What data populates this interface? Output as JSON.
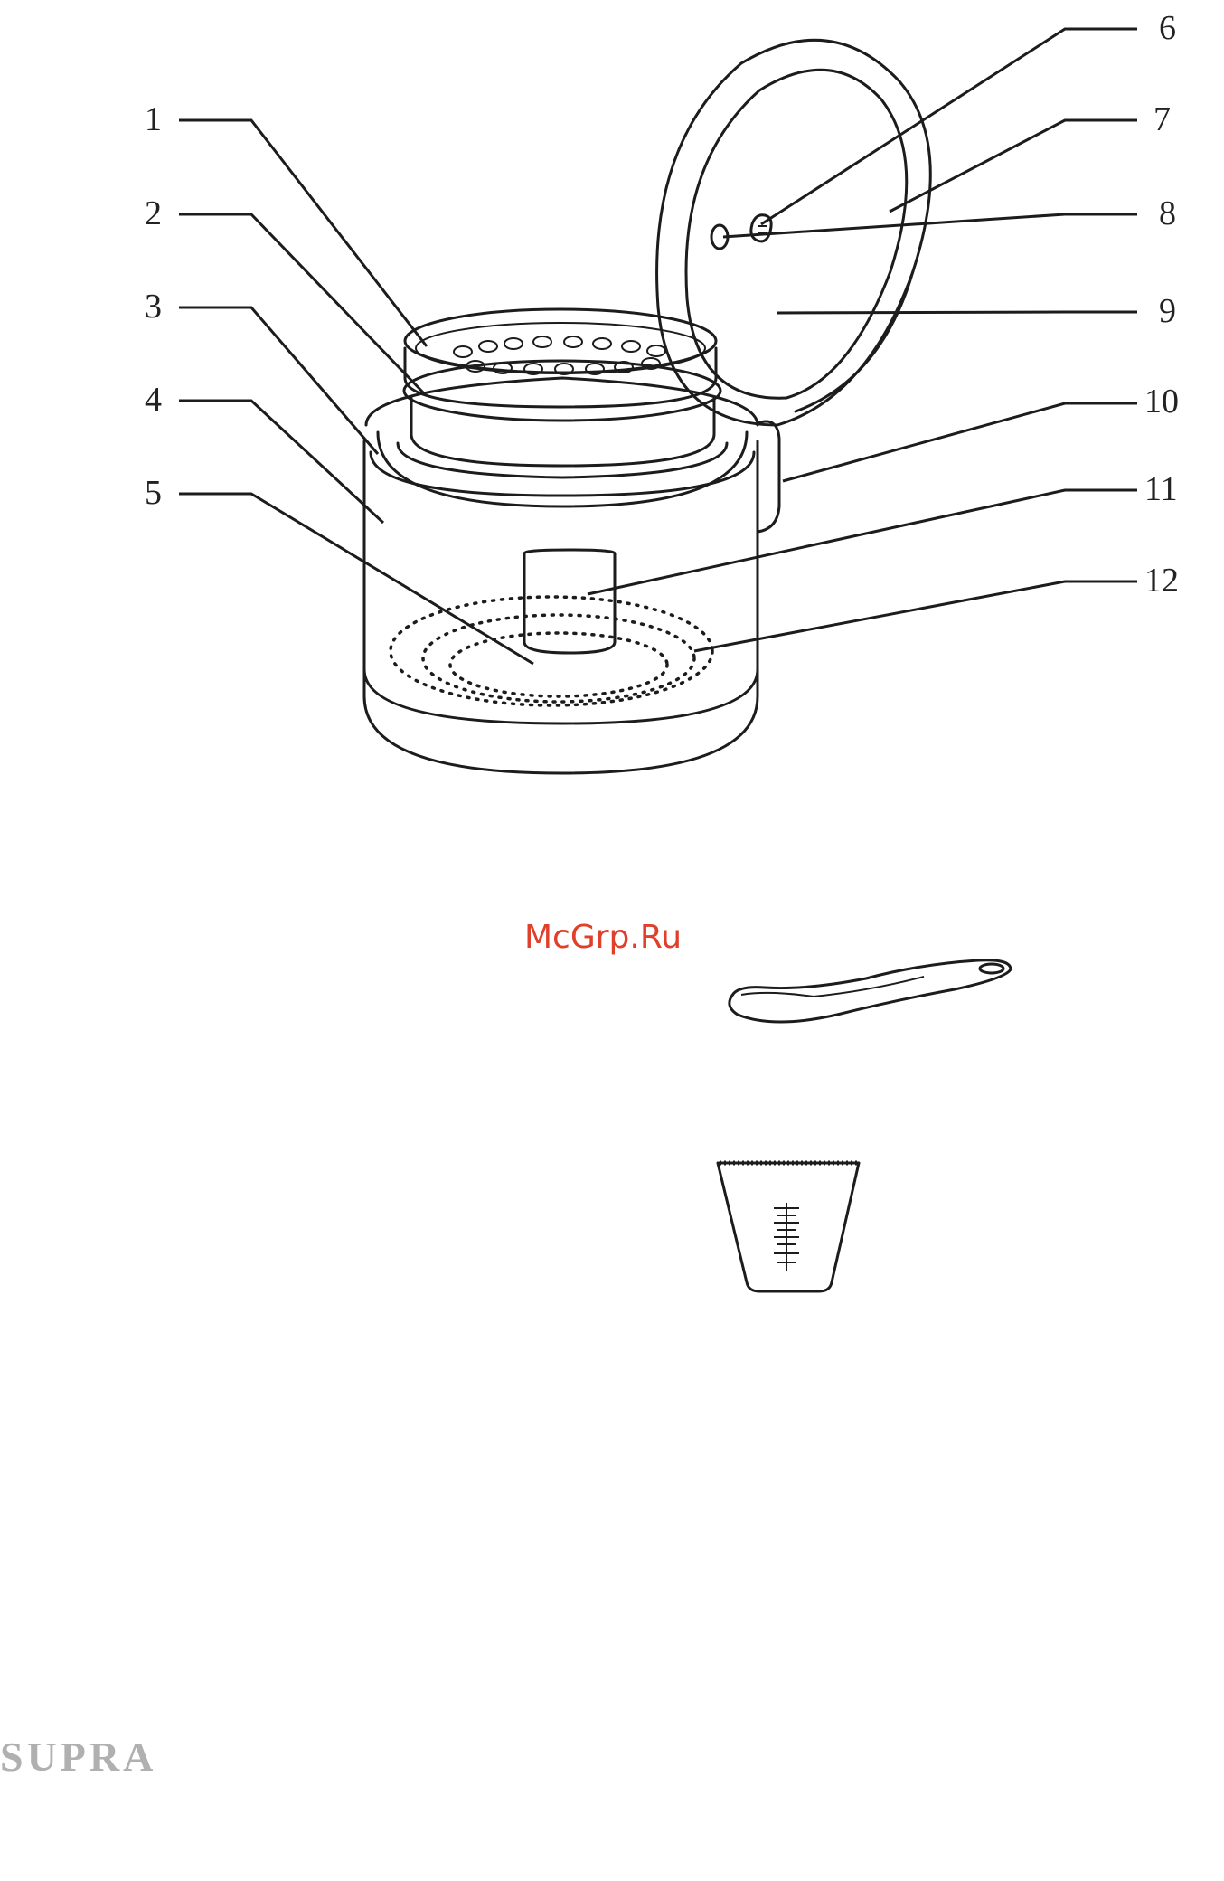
{
  "diagram": {
    "callouts": [
      "1",
      "2",
      "3",
      "4",
      "5",
      "6",
      "7",
      "8",
      "9",
      "10",
      "11",
      "12"
    ]
  },
  "watermark": {
    "text": "McGrp.Ru"
  },
  "footer": {
    "brand": "SUPRA"
  }
}
